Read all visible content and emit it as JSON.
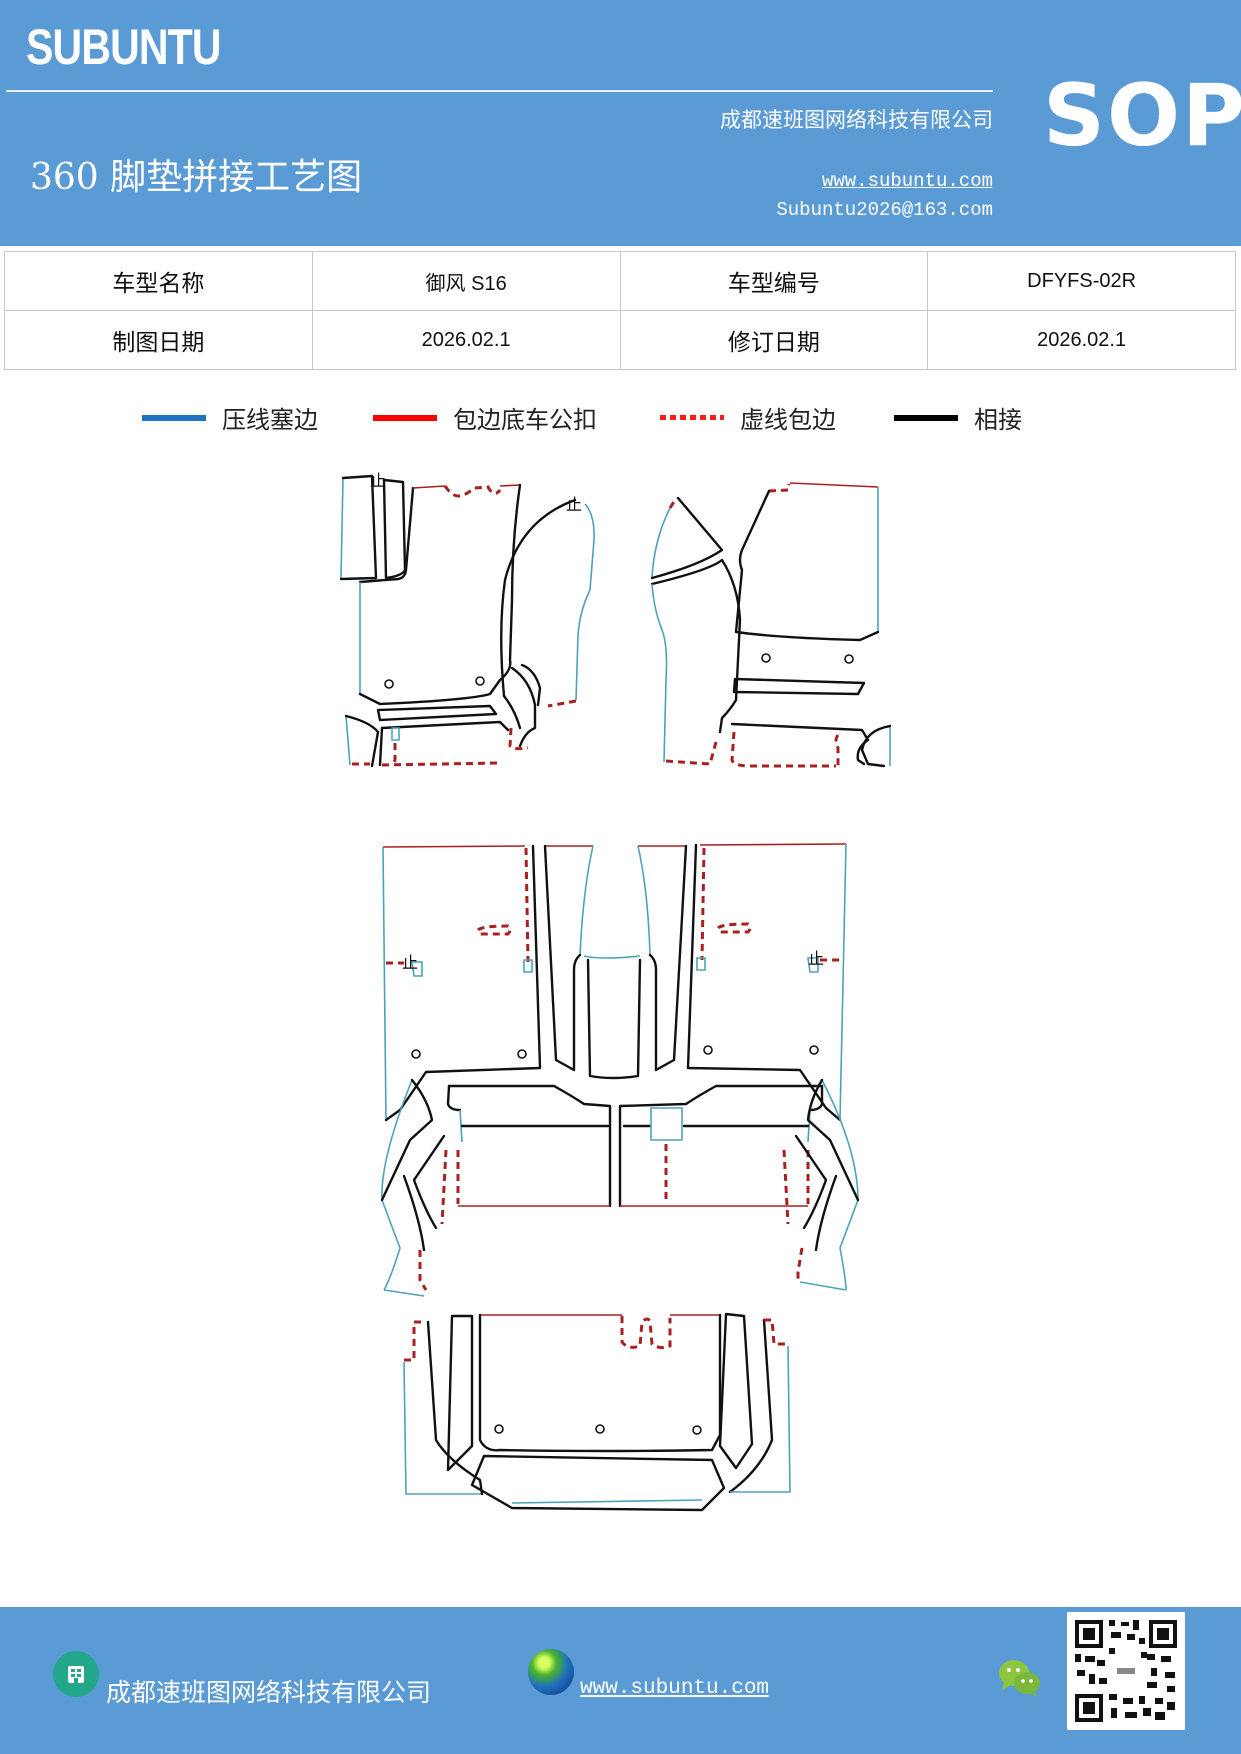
{
  "header": {
    "brand": "SUBUNTU",
    "title": "360 脚垫拼接工艺图",
    "company": "成都速班图网络科技有限公司",
    "website": "www.subuntu.com",
    "email": "Subuntu2026@163.com",
    "badge": "SOP",
    "accent_color": "#5b9bd5"
  },
  "info_table": {
    "rows": [
      [
        {
          "label": "车型名称",
          "value": "御风 S16"
        },
        {
          "label": "车型编号",
          "value": "DFYFS-02R"
        }
      ],
      [
        {
          "label": "制图日期",
          "value": "2026.02.1"
        },
        {
          "label": "修订日期",
          "value": "2026.02.1"
        }
      ]
    ]
  },
  "legend": [
    {
      "label": "压线塞边",
      "style": "solid",
      "color": "#1b75c4"
    },
    {
      "label": "包边底车公扣",
      "style": "solid",
      "color": "#ff0000"
    },
    {
      "label": "虚线包边",
      "style": "dotted",
      "color": "#ff0000"
    },
    {
      "label": "相接",
      "style": "solid",
      "color": "#000000"
    }
  ],
  "diagram": {
    "description": "Floor mat splicing layout: front-left set, front-right set, second-row set, third-row set",
    "groups": [
      "front-left-mat-set",
      "front-right-mat-set",
      "second-row-mat-set",
      "third-row-mat-set"
    ]
  },
  "footer": {
    "company": "成都速班图网络科技有限公司",
    "website": "www.subuntu.com",
    "icons": [
      "building-icon",
      "globe-icon",
      "wechat-icon",
      "qr-code"
    ]
  }
}
